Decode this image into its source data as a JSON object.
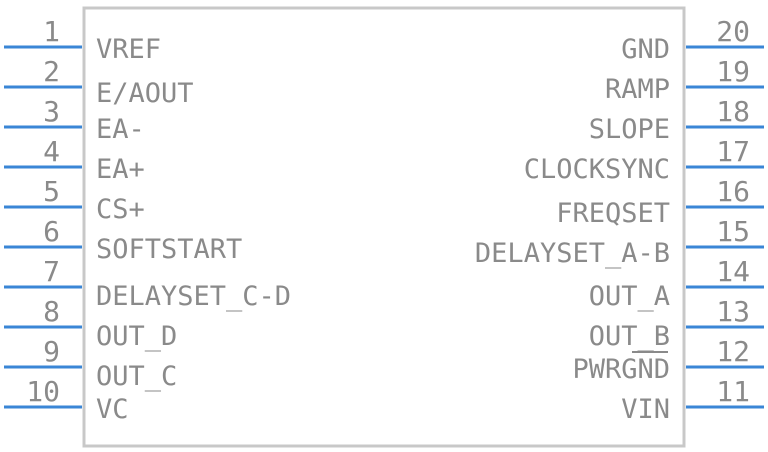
{
  "left_pins": [
    {
      "number": "1",
      "name": "VREF"
    },
    {
      "number": "2",
      "name": "E/AOUT"
    },
    {
      "number": "3",
      "name": "EA-"
    },
    {
      "number": "4",
      "name": "EA+"
    },
    {
      "number": "5",
      "name": "CS+"
    },
    {
      "number": "6",
      "name": "SOFTSTART"
    },
    {
      "number": "7",
      "name": "DELAYSET_C-D"
    },
    {
      "number": "8",
      "name": "OUT_D"
    },
    {
      "number": "9",
      "name": "OUT_C"
    },
    {
      "number": "10",
      "name": "VC"
    }
  ],
  "right_pins": [
    {
      "number": "20",
      "name": "GND"
    },
    {
      "number": "19",
      "name": "RAMP"
    },
    {
      "number": "18",
      "name": "SLOPE"
    },
    {
      "number": "17",
      "name": "CLOCKSYNC"
    },
    {
      "number": "16",
      "name": "FREQSET"
    },
    {
      "number": "15",
      "name": "DELAYSET_A-B"
    },
    {
      "number": "14",
      "name": "OUT_A"
    },
    {
      "number": "13",
      "name": "OUT_B"
    },
    {
      "number": "12",
      "name": "PWRGND"
    },
    {
      "number": "11",
      "name": "VIN"
    }
  ],
  "colors": {
    "pin": "#3a86d6",
    "text": "#8a8a8a",
    "body_outline": "#c8c8c8"
  }
}
